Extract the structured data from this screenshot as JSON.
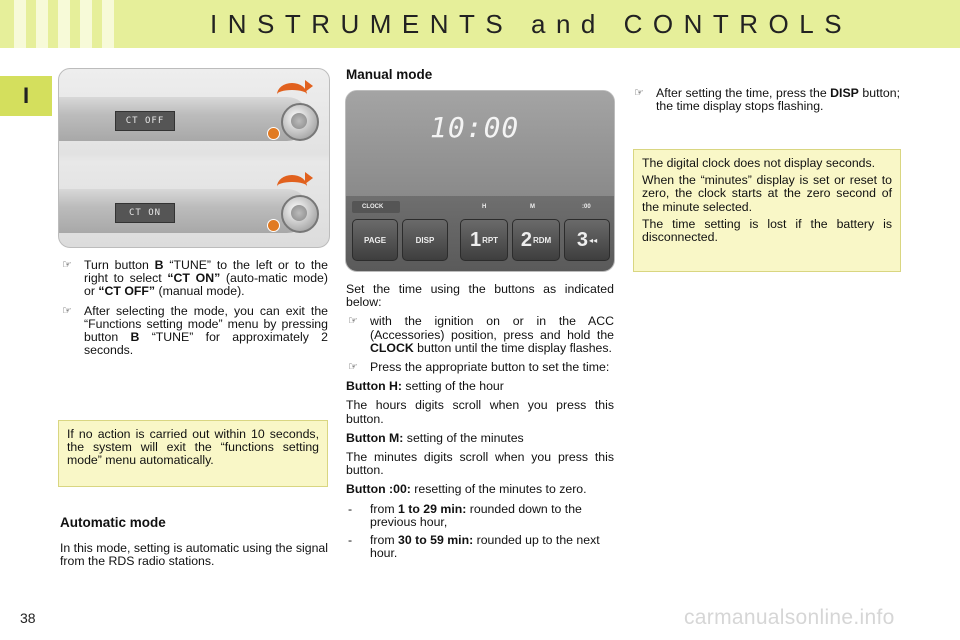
{
  "header": {
    "title": "INSTRUMENTS and CONTROLS"
  },
  "section_tab": "I",
  "figure_top": {
    "lcd_top": "CT OFF",
    "lcd_bottom": "CT ON"
  },
  "figure_mid": {
    "display": "10:00",
    "labels": {
      "clock": "CLOCK",
      "h": "H",
      "m": "M",
      "zero": ":00"
    },
    "buttons": [
      {
        "num": "",
        "text": "PAGE"
      },
      {
        "num": "",
        "text": "DISP"
      },
      {
        "num": "1",
        "text": "RPT"
      },
      {
        "num": "2",
        "text": "RDM"
      },
      {
        "num": "3",
        "text": "◂◂"
      }
    ]
  },
  "left_col": {
    "bullet1": {
      "a": "Turn button ",
      "b": "B",
      "c": " “TUNE” to the left or to the right to select ",
      "d": "“CT ON”",
      "e": " (auto-matic mode) or ",
      "f": "“CT OFF”",
      "g": " (manual mode)."
    },
    "bullet2": {
      "a": "After selecting the mode, you can exit the “Functions setting mode” menu by pressing button ",
      "b": "B",
      "c": " “TUNE” for approximately 2 seconds."
    },
    "note": "If no action is carried out within 10 seconds, the system will exit the “functions setting mode” menu automatically.",
    "auto_heading": "Automatic mode",
    "auto_text": "In this mode, setting is automatic using the signal from the RDS radio stations."
  },
  "mid_col": {
    "heading": "Manual mode",
    "intro": "Set the time using the buttons as indicated below:",
    "bullet1": {
      "a": "with the ignition on or in the ACC (Accessories) position, press and hold the ",
      "b": "CLOCK",
      "c": " button until the time display flashes."
    },
    "bullet2": "Press the appropriate button to set the time:",
    "h_label": "Button H:",
    "h_text": " setting of the hour",
    "h_desc": "The hours digits scroll when you press this button.",
    "m_label": "Button M:",
    "m_text": " setting of the minutes",
    "m_desc": "The minutes digits scroll when you press this button.",
    "z_label": "Button :00:",
    "z_text": " resetting of the minutes to zero.",
    "dash1": {
      "a": "from ",
      "b": "1 to 29 min:",
      "c": " rounded down to the previous hour,"
    },
    "dash2": {
      "a": "from ",
      "b": "30 to 59 min:",
      "c": " rounded up to the next hour."
    }
  },
  "right_col": {
    "bullet": {
      "a": "After setting the time, press the ",
      "b": "DISP",
      "c": " button; the time display stops flashing."
    },
    "note": [
      "The digital clock does not display seconds.",
      "When the “minutes” display is set or reset to zero, the clock starts at the zero second of the minute selected.",
      "The time setting is lost if the battery is disconnected."
    ]
  },
  "footer": {
    "page": "38",
    "watermark": "carmanualsonline.info"
  },
  "colors": {
    "header": "#e6ef9a",
    "tab": "#d4df5d",
    "note_bg": "#f9f7c7",
    "accent": "#e1611e"
  },
  "icons": {
    "bullet": "pointing-hand-icon"
  }
}
